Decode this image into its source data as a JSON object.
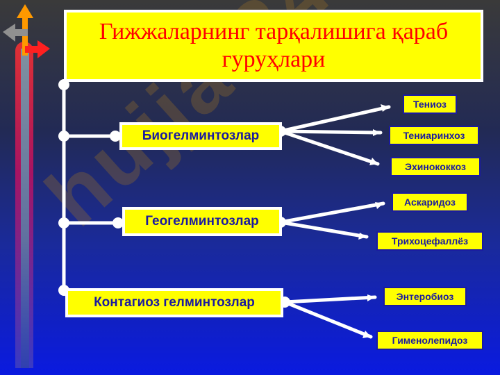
{
  "title": {
    "line1": "Гижжаларнинг тарқалишига қараб",
    "line2": "гуруҳлари"
  },
  "watermark": "hujjat24",
  "categories": [
    {
      "label": "Биогелминтозлар"
    },
    {
      "label": "Геогелминтозлар"
    },
    {
      "label": "Контагиоз гелминтозлар"
    }
  ],
  "leaves": [
    {
      "label": "Тениоз"
    },
    {
      "label": "Тениаринхоз"
    },
    {
      "label": "Эхинококкоз"
    },
    {
      "label": "Аскаридоз"
    },
    {
      "label": "Трихоцефаллёз"
    },
    {
      "label": "Энтеробиоз"
    },
    {
      "label": "Гименолепидоз"
    }
  ],
  "colors": {
    "title_text": "#ff0000",
    "box_fill": "#ffff00",
    "box_text": "#1a1aa0",
    "connector": "#ffffff"
  }
}
